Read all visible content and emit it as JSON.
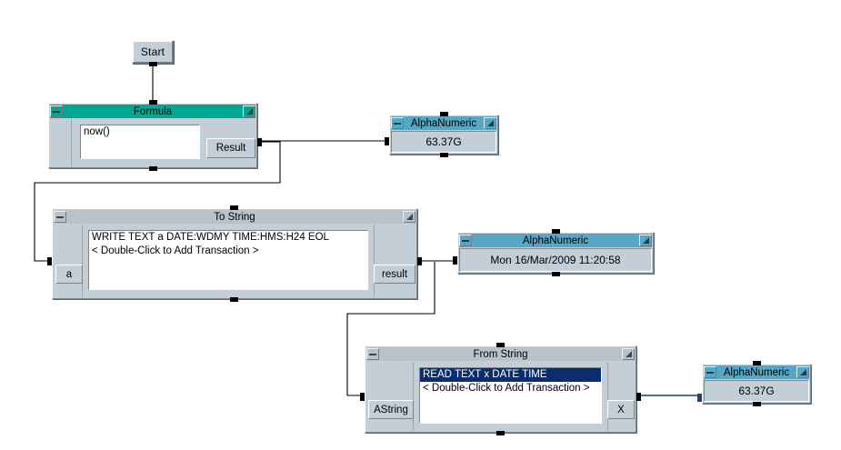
{
  "app": {
    "kind": "function-block-dataflow-editor",
    "background": "#ffffff"
  },
  "colors": {
    "titlebar_teal": "#00a892",
    "titlebar_blue": "#57a7c4",
    "titlebar_gray": "#b9c2c9",
    "face": "#c3ced6",
    "wire": "#000000",
    "wire_selected": "#243f6b",
    "selection_highlight": "#0a2d70"
  },
  "start_button": {
    "label": "Start"
  },
  "blocks": [
    {
      "id": "formula",
      "title": "Formula",
      "titlebar_style": "teal",
      "minimize_icon": "minimize-icon",
      "resize_icon": "resize-icon",
      "editor_lines": [
        "now()"
      ],
      "outputs": [
        {
          "label": "Result"
        }
      ],
      "inputs": []
    },
    {
      "id": "alphanumeric-1",
      "title": "AlphaNumeric",
      "titlebar_style": "blue",
      "minimize_icon": "minimize-icon",
      "resize_icon": "resize-icon",
      "value": "63.37G"
    },
    {
      "id": "to-string",
      "title": "To String",
      "titlebar_style": "gray",
      "minimize_icon": "minimize-icon",
      "resize_icon": "resize-icon",
      "editor_lines": [
        "WRITE TEXT a DATE:WDMY TIME:HMS:H24 EOL",
        "< Double-Click to Add Transaction >"
      ],
      "selected_line_index": -1,
      "inputs": [
        {
          "label": "a"
        }
      ],
      "outputs": [
        {
          "label": "result"
        }
      ]
    },
    {
      "id": "alphanumeric-2",
      "title": "AlphaNumeric",
      "titlebar_style": "blue",
      "minimize_icon": "minimize-icon",
      "resize_icon": "resize-icon",
      "value": "Mon 16/Mar/2009 11:20:58"
    },
    {
      "id": "from-string",
      "title": "From String",
      "titlebar_style": "gray",
      "minimize_icon": "minimize-icon",
      "resize_icon": "resize-icon",
      "editor_lines": [
        "READ TEXT x DATE TIME",
        "< Double-Click to Add Transaction >"
      ],
      "selected_line_index": 0,
      "inputs": [
        {
          "label": "AString"
        }
      ],
      "outputs": [
        {
          "label": "X"
        }
      ]
    },
    {
      "id": "alphanumeric-3",
      "title": "AlphaNumeric",
      "titlebar_style": "blue",
      "minimize_icon": "minimize-icon",
      "resize_icon": "resize-icon",
      "value": "63.37G"
    }
  ]
}
